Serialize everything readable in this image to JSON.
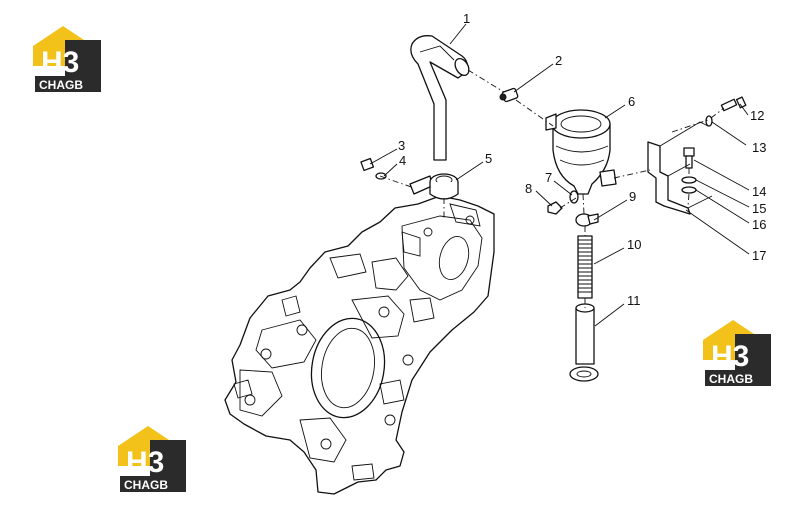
{
  "logos": [
    {
      "top": "H3",
      "bottom": "CHAGB"
    },
    {
      "top": "H3",
      "bottom": "CHAGB"
    },
    {
      "top": "H3",
      "bottom": "CHAGB"
    }
  ],
  "callouts": [
    "1",
    "2",
    "3",
    "4",
    "5",
    "6",
    "7",
    "8",
    "9",
    "10",
    "11",
    "12",
    "13",
    "14",
    "15",
    "16",
    "17"
  ],
  "colors": {
    "logo_yellow": "#f2c21b",
    "logo_dark": "#2b2b2b",
    "line": "#111111"
  }
}
